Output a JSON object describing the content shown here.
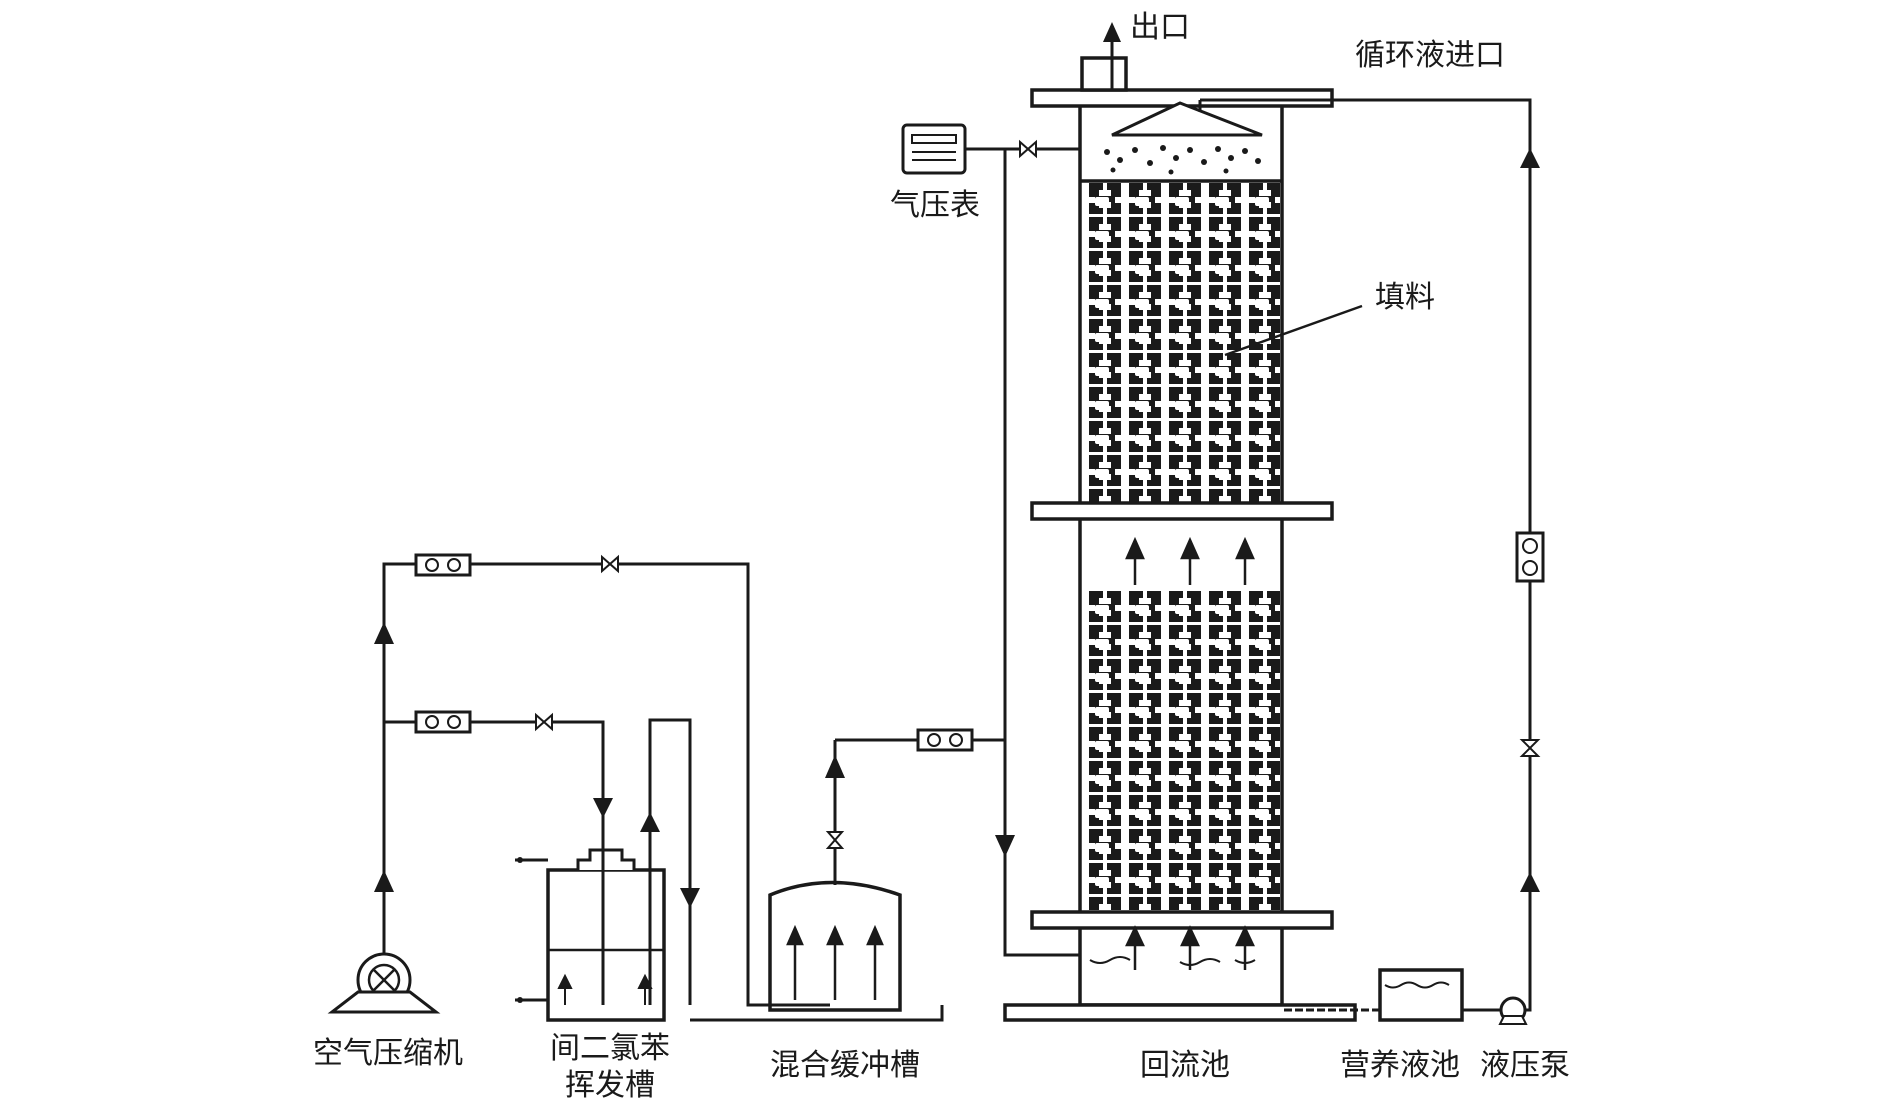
{
  "labels": {
    "outlet": "出口",
    "recirc_inlet": "循环液进口",
    "pressure_gauge": "气压表",
    "packing": "填料",
    "air_compressor": "空气压缩机",
    "evap_tank_line1": "间二氯苯",
    "evap_tank_line2": "挥发槽",
    "mixing_buffer_tank": "混合缓冲槽",
    "return_tank": "回流池",
    "nutrient_tank": "营养液池",
    "hydraulic_pump": "液压泵"
  },
  "colors": {
    "line": "#1a1a1a",
    "background": "#ffffff"
  }
}
